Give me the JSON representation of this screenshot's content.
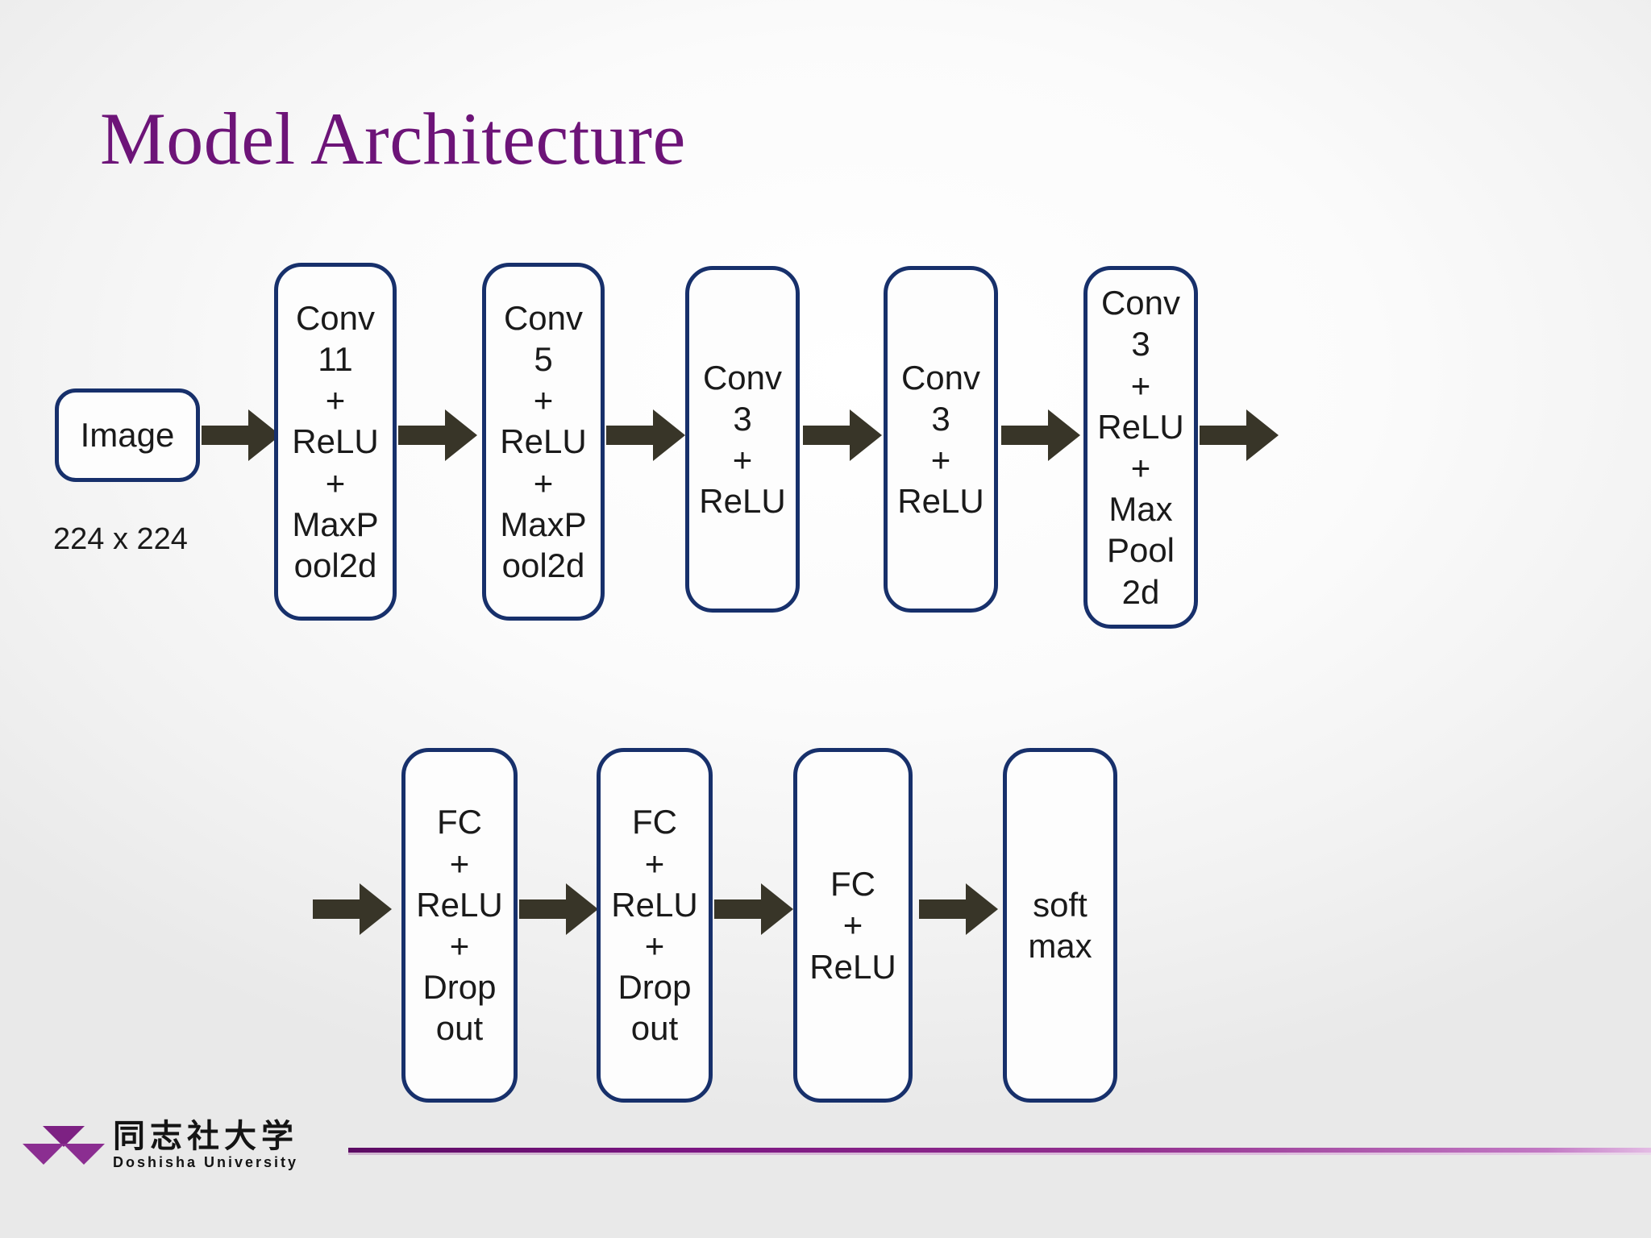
{
  "slide": {
    "title": "Model Architecture",
    "title_color": "#6D1478",
    "background_color": "#F7F7F7"
  },
  "diagram": {
    "type": "flow-diagram",
    "node_border_color": "#17306B",
    "node_fill_color": "#FDFDFD",
    "arrow_color": "#383528",
    "input_label": "224 x 224",
    "row1": [
      {
        "id": "image",
        "label": "Image"
      },
      {
        "id": "conv11",
        "label": "Conv\n11\n+\nReLU\n+\nMaxP\nool2d"
      },
      {
        "id": "conv5",
        "label": "Conv\n5\n+\nReLU\n+\nMaxP\nool2d"
      },
      {
        "id": "conv3a",
        "label": "Conv\n3\n+\nReLU"
      },
      {
        "id": "conv3b",
        "label": "Conv\n3\n+\nReLU"
      },
      {
        "id": "conv3c",
        "label": "Conv\n3\n+\nReLU\n+\nMax\nPool\n2d"
      }
    ],
    "row2": [
      {
        "id": "fc1",
        "label": "FC\n+\nReLU\n+\nDrop\nout"
      },
      {
        "id": "fc2",
        "label": "FC\n+\nReLU\n+\nDrop\nout"
      },
      {
        "id": "fc3",
        "label": "FC\n+\nReLU"
      },
      {
        "id": "softmax",
        "label": "soft\nmax"
      }
    ]
  },
  "footer": {
    "logo_japanese": "同志社大学",
    "logo_english": "Doshisha University",
    "rule_color": "#7A1581"
  }
}
